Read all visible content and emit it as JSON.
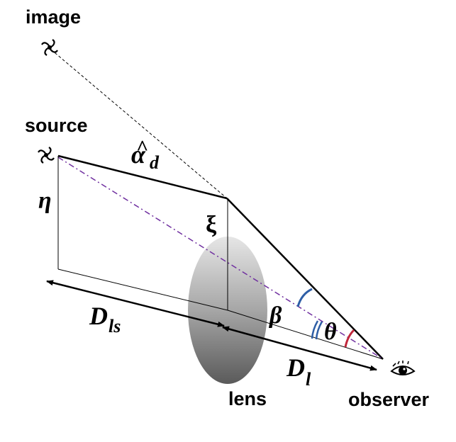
{
  "labels": {
    "image": "image",
    "source": "source",
    "lens": "lens",
    "observer": "observer"
  },
  "symbols": {
    "alpha": "α",
    "alpha_hat": "^",
    "alpha_sub": "d",
    "eta": "η",
    "xi": "ξ",
    "beta": "β",
    "theta": "θ",
    "d_ls": "D",
    "d_ls_sub": "ls",
    "d_l": "D",
    "d_l_sub": "l"
  },
  "icons": {
    "image": "galaxy-icon",
    "source": "galaxy-icon",
    "observer": "eye-icon"
  },
  "colors": {
    "beta_arc": "#2e5ea6",
    "theta_arc": "#c0263b",
    "los_line": "#7030a0"
  }
}
